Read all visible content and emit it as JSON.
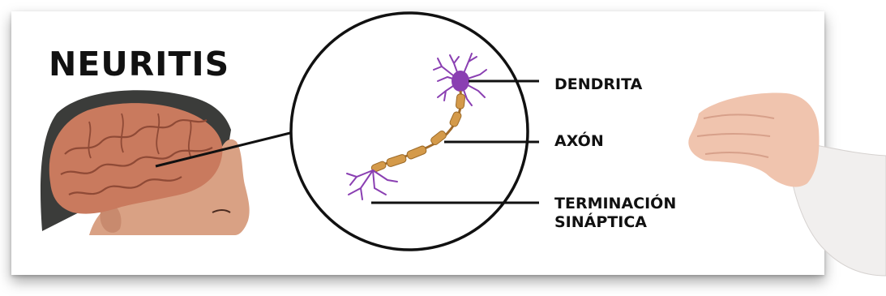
{
  "title": "NEURITIS",
  "labels": {
    "dendrite": "DENDRITA",
    "axon": "AXÓN",
    "synapse_line1": "TERMINACIÓN",
    "synapse_line2": "SINÁPTICA"
  },
  "colors": {
    "text": "#111111",
    "brain": "#c97a5e",
    "skin": "#d9a184",
    "neuron_body": "#8a3fb2",
    "axon_sheath": "#d49a4a"
  }
}
